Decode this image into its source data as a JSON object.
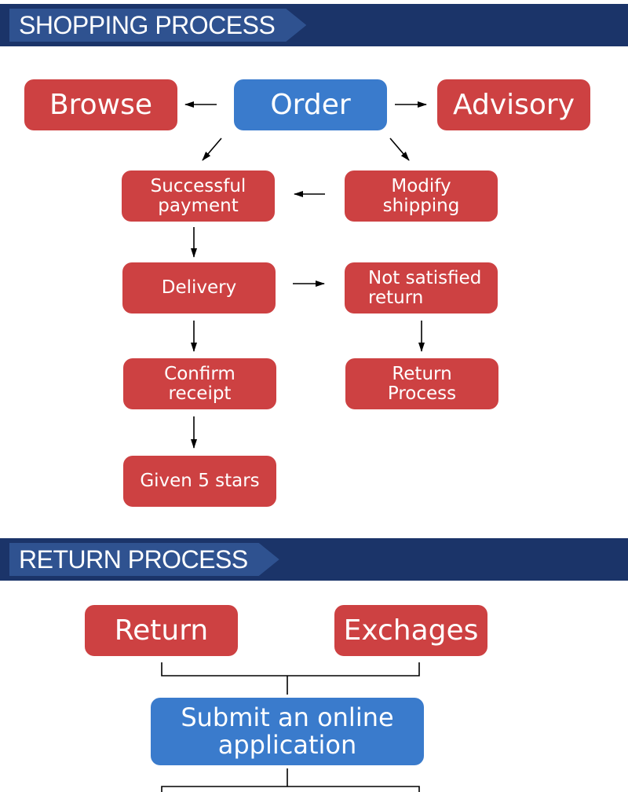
{
  "shopping": {
    "header": "SHOPPING PROCESS",
    "browse": "Browse",
    "order": "Order",
    "advisory": "Advisory",
    "successful_payment": "Successful\npayment",
    "modify_shipping": "Modify\nshipping",
    "delivery": "Delivery",
    "not_satisfied_return": "Not satisfied\nreturn",
    "confirm_receipt": "Confirm\nreceipt",
    "return_process": "Return\nProcess",
    "given_5_stars": "Given 5 stars"
  },
  "return_section": {
    "header": "RETURN PROCESS",
    "return": "Return",
    "exchanges": "Exchages",
    "submit_application": "Submit an online\napplication"
  },
  "colors": {
    "header_bg": "#1b3469",
    "header_tab": "#2f5290",
    "red_box": "#cd4142",
    "blue_box": "#3a7bcc"
  }
}
